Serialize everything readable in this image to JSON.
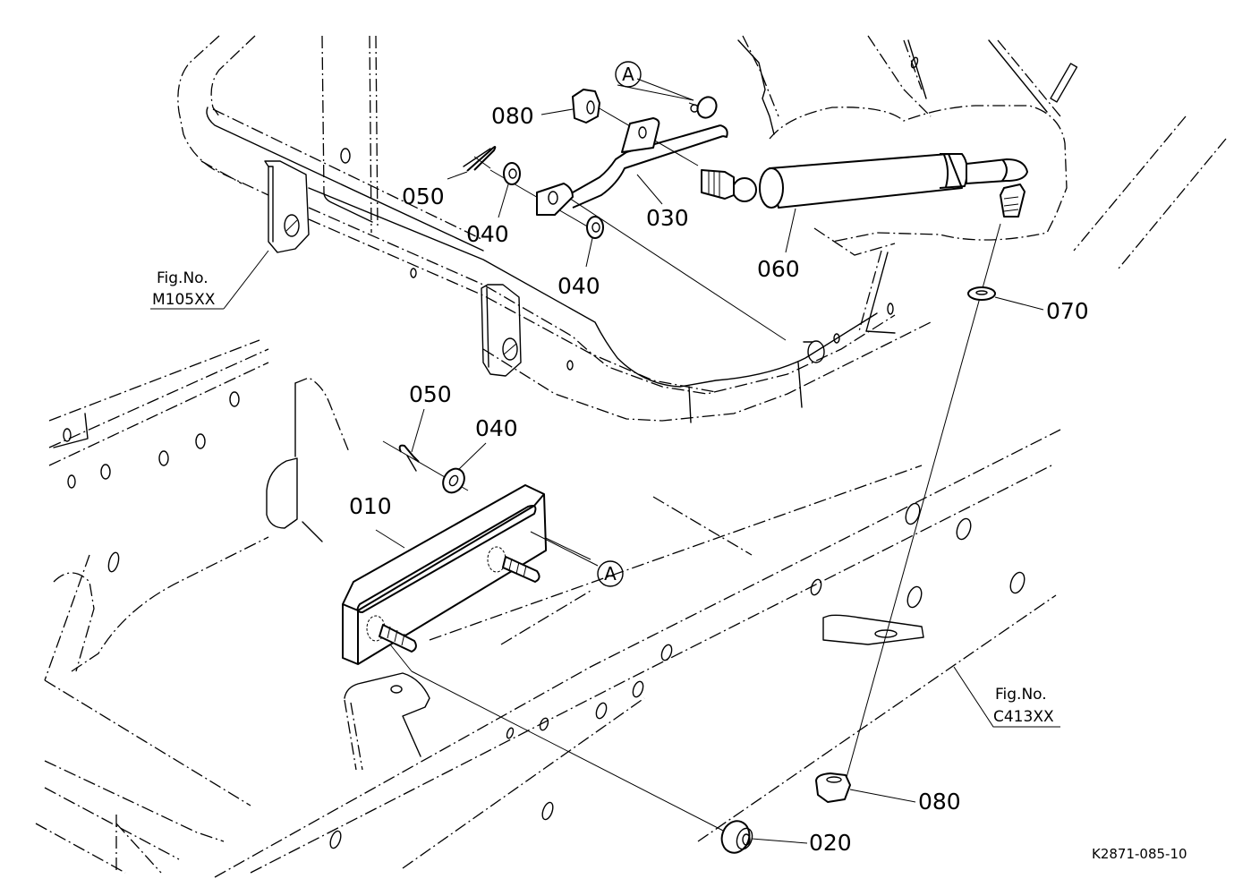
{
  "diagram": {
    "type": "exploded parts diagram",
    "drawing_code": "K2871-085-10",
    "figure_references": [
      {
        "line1": "Fig.No.",
        "line2": "M105XX"
      },
      {
        "line1": "Fig.No.",
        "line2": "C413XX"
      }
    ],
    "reference_markers": [
      {
        "letter": "A",
        "context": "rod end pin (030)"
      },
      {
        "letter": "A",
        "context": "plate slot (010)"
      }
    ],
    "parts": [
      {
        "number": "010",
        "description": "slotted bracket plate with two studs"
      },
      {
        "number": "020",
        "description": "flange nut (lower)"
      },
      {
        "number": "030",
        "description": "link rod with flat ends"
      },
      {
        "number": "040",
        "description": "washer (upper, left)"
      },
      {
        "number": "040",
        "description": "washer (upper, right)"
      },
      {
        "number": "040",
        "description": "washer (lower)"
      },
      {
        "number": "050",
        "description": "hair pin clip (upper)"
      },
      {
        "number": "050",
        "description": "hair pin clip (lower)"
      },
      {
        "number": "060",
        "description": "gas spring / damper"
      },
      {
        "number": "070",
        "description": "washer"
      },
      {
        "number": "080",
        "description": "flange nut (upper)"
      },
      {
        "number": "080",
        "description": "flange nut (lower right)"
      }
    ]
  }
}
